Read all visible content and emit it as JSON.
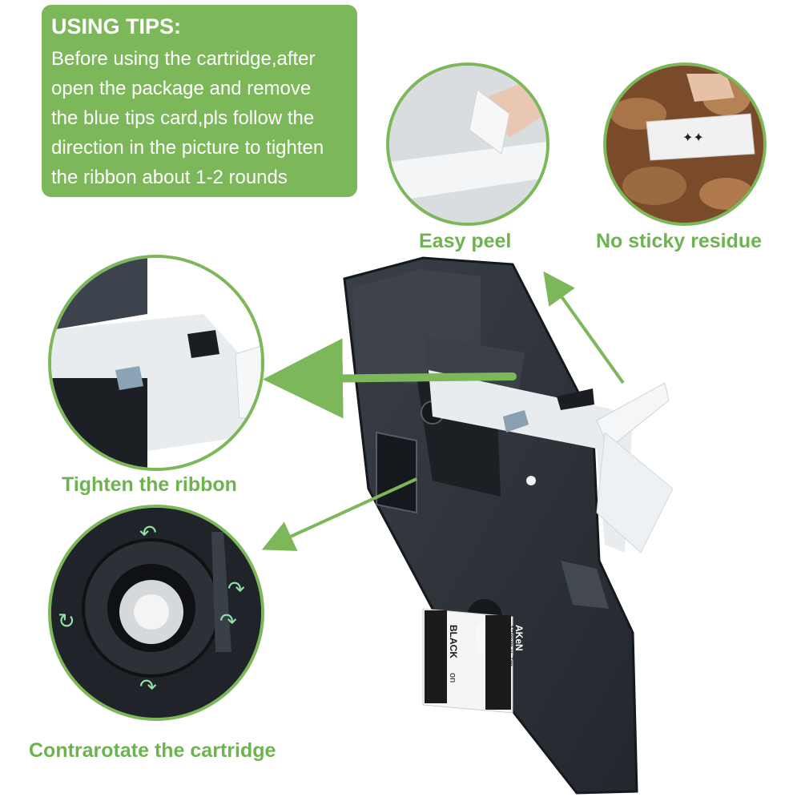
{
  "tips": {
    "title": "USING TIPS:",
    "lines": [
      "Before using the cartridge,after",
      "open the package and remove",
      "the blue tips card,pls follow the",
      "direction in the picture to tighten",
      "the ribbon about 1-2 rounds"
    ]
  },
  "captions": {
    "easy_peel": "Easy peel",
    "no_residue": "No sticky residue",
    "tighten": "Tighten the ribbon",
    "contrarotate": "Contrarotate the cartridge"
  },
  "cartridge_label": {
    "brand": "AKeN",
    "size_metric": "12mm x 7m",
    "size_imperial": "1/2\" x 23'",
    "model": "A45010",
    "color": "BLACK",
    "on": "on",
    "tape": "CLEAR"
  },
  "colors": {
    "accent_green": "#7cb85a",
    "caption_green": "#6db34f",
    "cartridge_body": "#2b2f36"
  }
}
